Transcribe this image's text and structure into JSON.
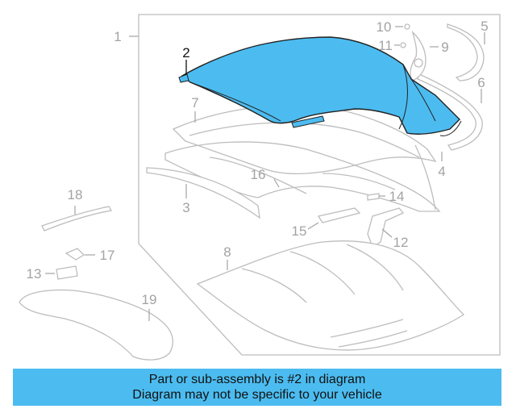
{
  "diagram": {
    "highlight_color": "#4cbcf0",
    "callouts": [
      "1",
      "2",
      "3",
      "4",
      "5",
      "6",
      "7",
      "8",
      "9",
      "10",
      "11",
      "12",
      "13",
      "14",
      "15",
      "16",
      "17",
      "18",
      "19"
    ],
    "active_callout": "2"
  },
  "banner": {
    "line1": "Part or sub-assembly is #2 in diagram",
    "line2": "Diagram may not be specific to your vehicle",
    "color": "#4cbcf0"
  }
}
